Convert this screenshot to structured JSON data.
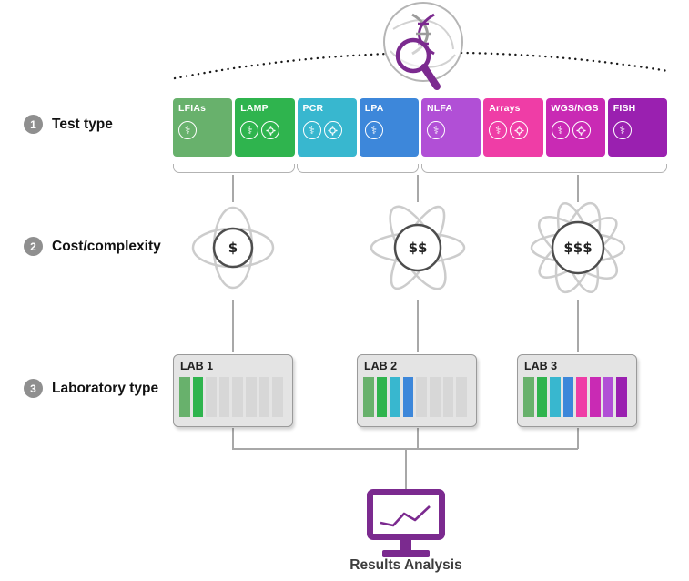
{
  "colors": {
    "accent_purple": "#7b2a8f",
    "line_gray": "#a8a8a8",
    "orbit_gray": "#cccccc",
    "badge_gray": "#8f8f8f",
    "bar_gray": "#d7d7d7"
  },
  "steps": [
    {
      "number": "1",
      "label": "Test type"
    },
    {
      "number": "2",
      "label": "Cost/complexity"
    },
    {
      "number": "3",
      "label": "Laboratory type"
    }
  ],
  "tests": [
    {
      "label": "LFIAs",
      "color": "#68b16c",
      "icons": [
        "caduceus-icon"
      ]
    },
    {
      "label": "LAMP",
      "color": "#2fb44e",
      "icons": [
        "caduceus-icon",
        "virus-icon"
      ]
    },
    {
      "label": "PCR",
      "color": "#38b7cf",
      "icons": [
        "caduceus-icon",
        "virus-icon"
      ]
    },
    {
      "label": "LPA",
      "color": "#3d87da",
      "icons": [
        "caduceus-icon"
      ]
    },
    {
      "label": "NLFA",
      "color": "#b14fd6",
      "icons": [
        "caduceus-icon"
      ]
    },
    {
      "label": "Arrays",
      "color": "#ef3da6",
      "icons": [
        "caduceus-icon",
        "virus-icon"
      ]
    },
    {
      "label": "WGS/NGS",
      "color": "#c92ab4",
      "icons": [
        "caduceus-icon",
        "virus-icon"
      ]
    },
    {
      "label": "FISH",
      "color": "#9a20b0",
      "icons": [
        "caduceus-icon"
      ]
    }
  ],
  "groups": [
    {
      "tests": [
        "LFIAs",
        "LAMP"
      ],
      "cost": "$"
    },
    {
      "tests": [
        "PCR",
        "LPA"
      ],
      "cost": "$$"
    },
    {
      "tests": [
        "NLFA",
        "Arrays",
        "WGS/NGS",
        "FISH"
      ],
      "cost": "$$$"
    }
  ],
  "cost_levels": [
    {
      "label": "$",
      "orbits": 2
    },
    {
      "label": "$$",
      "orbits": 3
    },
    {
      "label": "$$$",
      "orbits": 5
    }
  ],
  "labs": [
    {
      "label": "LAB 1",
      "bars": [
        "#68b16c",
        "#2fb44e",
        "gray",
        "gray",
        "gray",
        "gray",
        "gray",
        "gray"
      ]
    },
    {
      "label": "LAB 2",
      "bars": [
        "#68b16c",
        "#2fb44e",
        "#38b7cf",
        "#3d87da",
        "gray",
        "gray",
        "gray",
        "gray"
      ]
    },
    {
      "label": "LAB 3",
      "bars": [
        "#68b16c",
        "#2fb44e",
        "#38b7cf",
        "#3d87da",
        "#ef3da6",
        "#c92ab4",
        "#b14fd6",
        "#9a20b0"
      ]
    }
  ],
  "result": {
    "label": "Results Analysis"
  }
}
